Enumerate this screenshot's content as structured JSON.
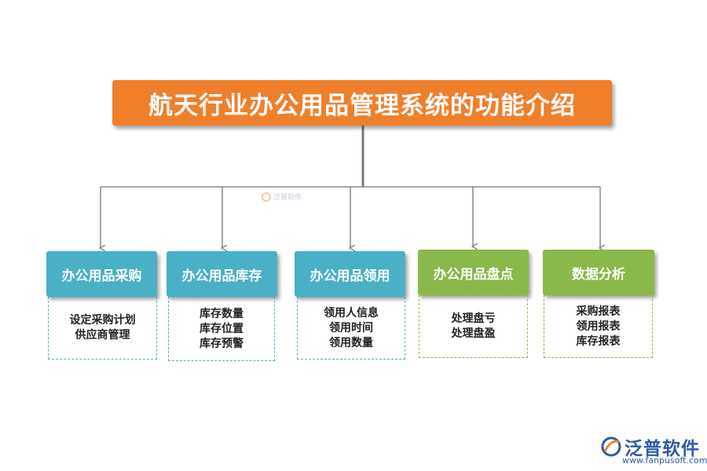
{
  "title": "航天行业办公用品管理系统的功能介绍",
  "watermark": "泛普软件",
  "logo": {
    "name": "泛普软件",
    "url": "www.fanpusoft.com"
  },
  "colors": {
    "title": "#f07f2b",
    "teal": "#4ab0c6",
    "green": "#8ab84a",
    "line": "#777777"
  },
  "branches": [
    {
      "label": "办公用品采购",
      "color": "teal",
      "items": [
        "设定采购计划",
        "供应商管理"
      ]
    },
    {
      "label": "办公用品库存",
      "color": "teal",
      "items": [
        "库存数量",
        "库存位置",
        "库存预警"
      ]
    },
    {
      "label": "办公用品领用",
      "color": "teal",
      "items": [
        "领用人信息",
        "领用时间",
        "领用数量"
      ]
    },
    {
      "label": "办公用品盘点",
      "color": "green",
      "items": [
        "处理盘亏",
        "处理盘盈"
      ]
    },
    {
      "label": "数据分析",
      "color": "green",
      "items": [
        "采购报表",
        "领用报表",
        "库存报表"
      ]
    }
  ]
}
